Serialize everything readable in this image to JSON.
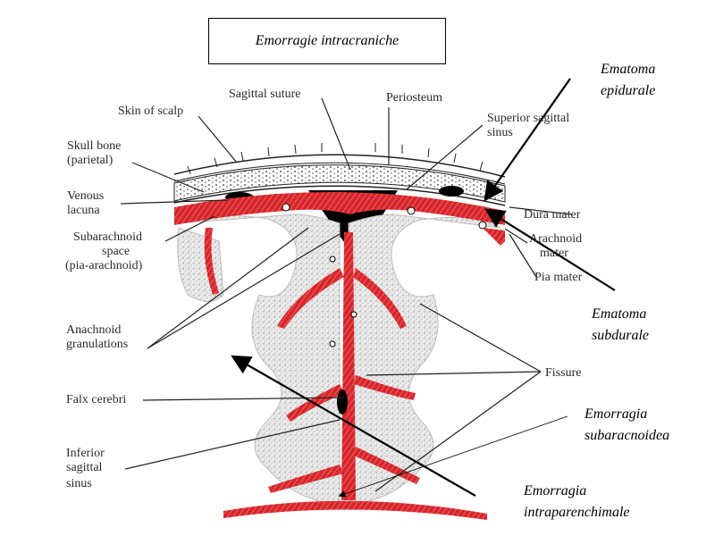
{
  "title": "Emorragie intracraniche",
  "labels": {
    "skin_of_scalp": "Skin of scalp",
    "sagittal_suture": "Sagittal suture",
    "periosteum": "Periosteum",
    "superior_sagittal_sinus_1": "Superior sagittal",
    "superior_sagittal_sinus_2": "sinus",
    "skull_bone_1": "Skull bone",
    "skull_bone_2": "(parietal)",
    "venous_lacuna_1": "Venous",
    "venous_lacuna_2": "lacuna",
    "subarachnoid_1": "Subarachnoid",
    "subarachnoid_2": "space",
    "subarachnoid_3": "(pia-arachnoid)",
    "dura_mater": "Dura mater",
    "arachnoid_mater_1": "Arachnoid",
    "arachnoid_mater_2": "mater",
    "pia_mater": "Pia mater",
    "anachnoid_granulations_1": "Anachnoid",
    "anachnoid_granulations_2": "granulations",
    "fissure": "Fissure",
    "falx_cerebri": "Falx cerebri",
    "inferior_sagittal_sinus_1": "Inferior",
    "inferior_sagittal_sinus_2": "sagittal",
    "inferior_sagittal_sinus_3": "sinus"
  },
  "callouts": {
    "epidural_1": "Ematoma",
    "epidural_2": "epidurale",
    "subdural_1": "Ematoma",
    "subdural_2": "subdurale",
    "subarachnoid_1": "Emorragia",
    "subarachnoid_2": "subaracnoidea",
    "intraparenchymal_1": "Emorragia",
    "intraparenchymal_2": "intraparenchimale"
  },
  "colors": {
    "vessel_red": "#d9262b",
    "sinus_black": "#000000",
    "cortex_speckle": "#c8c8c8",
    "line": "#222222"
  }
}
